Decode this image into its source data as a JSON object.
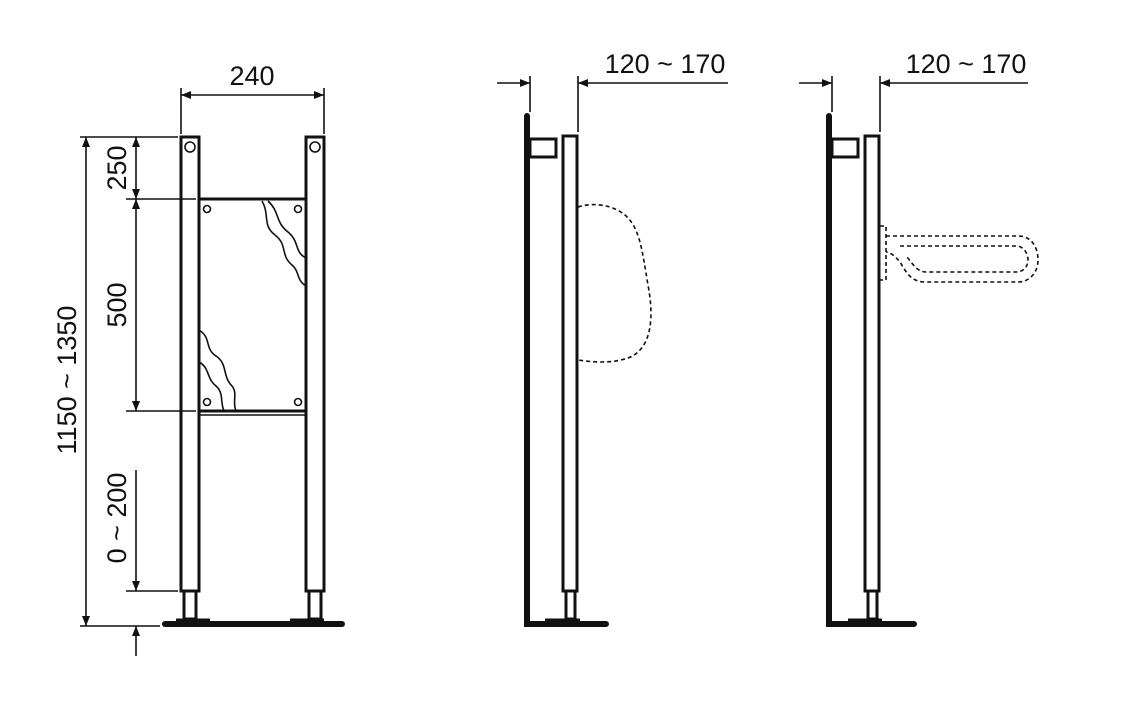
{
  "front_view": {
    "width_label": "240",
    "height_top_label": "250",
    "height_mid_label": "500",
    "height_total_label": "1150 ~ 1350",
    "height_adjust_label": "0 ~ 200"
  },
  "side_view_urinal": {
    "depth_label": "120 ~ 170"
  },
  "side_view_rail": {
    "depth_label": "120 ~ 170"
  },
  "colors": {
    "line": "#111111",
    "background": "#ffffff"
  }
}
